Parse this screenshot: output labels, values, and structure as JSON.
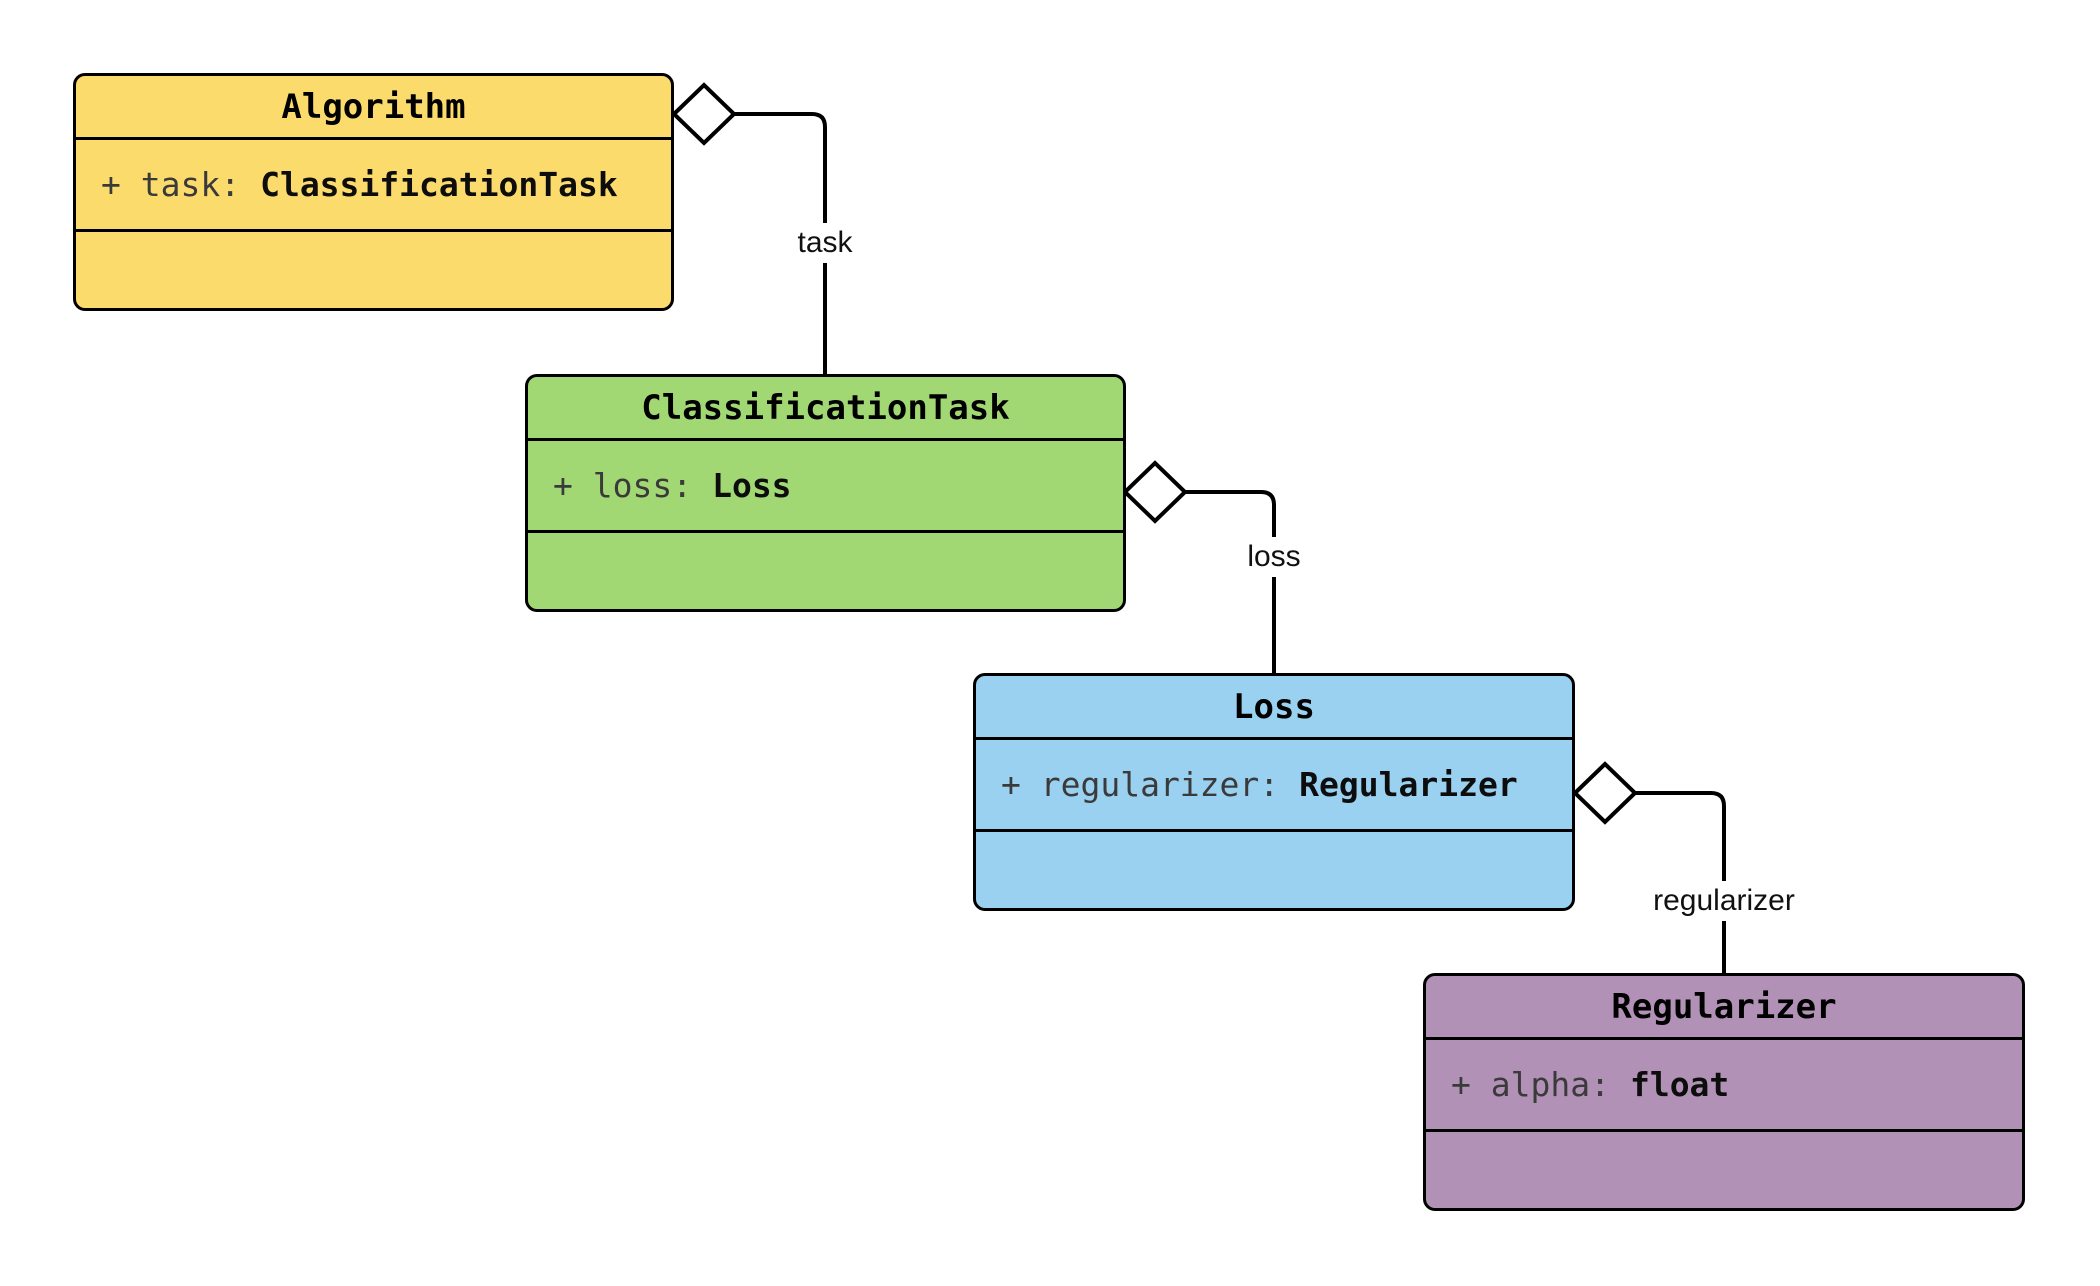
{
  "diagram": {
    "type": "uml-class-diagram",
    "background_color": "#ffffff",
    "stroke_color": "#000000",
    "diamond_fill": "#ffffff",
    "classes": [
      {
        "name": "Algorithm",
        "fill": "#FCDB6D",
        "attribute": {
          "prefix": "+ task:",
          "type": "ClassificationTask"
        }
      },
      {
        "name": "ClassificationTask",
        "fill": "#A2D874",
        "attribute": {
          "prefix": "+ loss:",
          "type": "Loss"
        }
      },
      {
        "name": "Loss",
        "fill": "#9AD1F0",
        "attribute": {
          "prefix": "+ regularizer:",
          "type": "Regularizer"
        }
      },
      {
        "name": "Regularizer",
        "fill": "#B291B7",
        "attribute": {
          "prefix": "+ alpha:",
          "type": "float"
        }
      }
    ],
    "edges": [
      {
        "label": "task",
        "source": "Algorithm",
        "target": "ClassificationTask",
        "kind": "aggregation"
      },
      {
        "label": "loss",
        "source": "ClassificationTask",
        "target": "Loss",
        "kind": "aggregation"
      },
      {
        "label": "regularizer",
        "source": "Loss",
        "target": "Regularizer",
        "kind": "aggregation"
      }
    ]
  }
}
